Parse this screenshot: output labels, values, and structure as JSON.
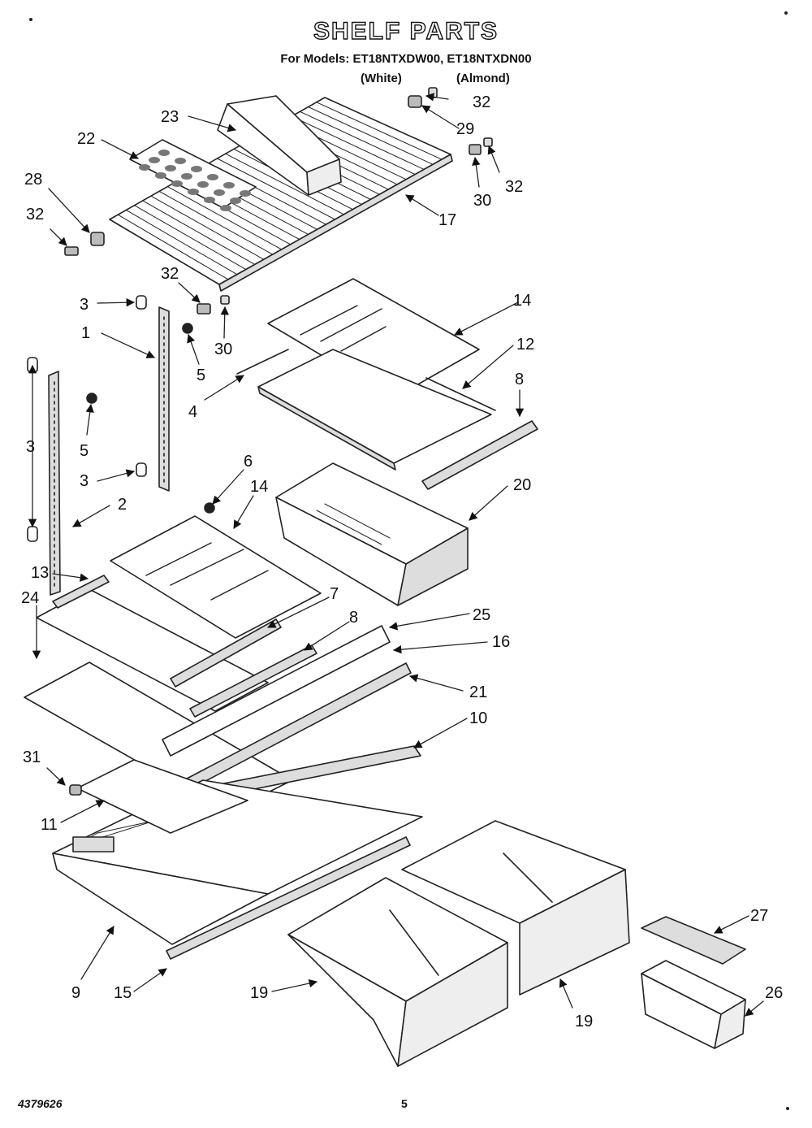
{
  "header": {
    "title": "SHELF PARTS",
    "models_line": "For Models: ET18NTXDW00, ET18NTXDN00",
    "variant_white": "(White)",
    "variant_almond": "(Almond)"
  },
  "footer": {
    "doc_number": "4379626",
    "page_number": "5"
  },
  "callouts": [
    {
      "id": "c-32a",
      "text": "32"
    },
    {
      "id": "c-23",
      "text": "23"
    },
    {
      "id": "c-29",
      "text": "29"
    },
    {
      "id": "c-22",
      "text": "22"
    },
    {
      "id": "c-32b",
      "text": "32"
    },
    {
      "id": "c-30a",
      "text": "30"
    },
    {
      "id": "c-28",
      "text": "28"
    },
    {
      "id": "c-17",
      "text": "17"
    },
    {
      "id": "c-32c",
      "text": "32"
    },
    {
      "id": "c-32d",
      "text": "32"
    },
    {
      "id": "c-14a",
      "text": "14"
    },
    {
      "id": "c-3a",
      "text": "3"
    },
    {
      "id": "c-1",
      "text": "1"
    },
    {
      "id": "c-30b",
      "text": "30"
    },
    {
      "id": "c-12",
      "text": "12"
    },
    {
      "id": "c-5a",
      "text": "5"
    },
    {
      "id": "c-4",
      "text": "4"
    },
    {
      "id": "c-8a",
      "text": "8"
    },
    {
      "id": "c-5b",
      "text": "5"
    },
    {
      "id": "c-3b",
      "text": "3"
    },
    {
      "id": "c-3c",
      "text": "3"
    },
    {
      "id": "c-6",
      "text": "6"
    },
    {
      "id": "c-14b",
      "text": "14"
    },
    {
      "id": "c-20",
      "text": "20"
    },
    {
      "id": "c-2",
      "text": "2"
    },
    {
      "id": "c-13",
      "text": "13"
    },
    {
      "id": "c-24",
      "text": "24"
    },
    {
      "id": "c-7",
      "text": "7"
    },
    {
      "id": "c-25",
      "text": "25"
    },
    {
      "id": "c-8b",
      "text": "8"
    },
    {
      "id": "c-16",
      "text": "16"
    },
    {
      "id": "c-21",
      "text": "21"
    },
    {
      "id": "c-10",
      "text": "10"
    },
    {
      "id": "c-31",
      "text": "31"
    },
    {
      "id": "c-11",
      "text": "11"
    },
    {
      "id": "c-27",
      "text": "27"
    },
    {
      "id": "c-9",
      "text": "9"
    },
    {
      "id": "c-15",
      "text": "15"
    },
    {
      "id": "c-19a",
      "text": "19"
    },
    {
      "id": "c-19b",
      "text": "19"
    },
    {
      "id": "c-26",
      "text": "26"
    }
  ]
}
